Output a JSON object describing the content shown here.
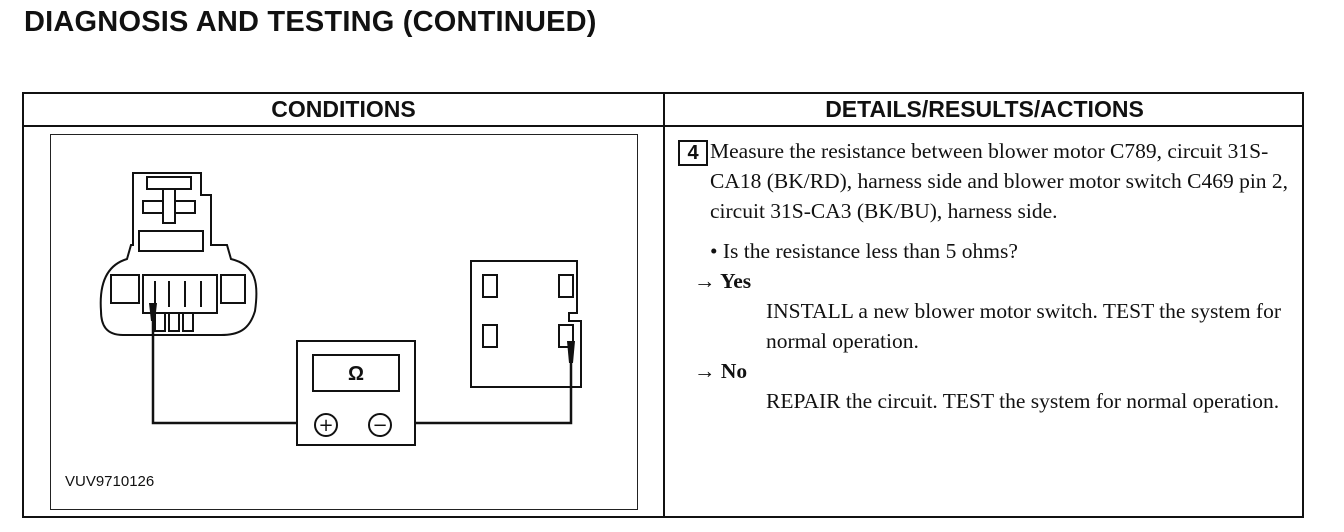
{
  "page": {
    "title": "DIAGNOSIS AND TESTING (CONTINUED)"
  },
  "table": {
    "headers": [
      "CONDITIONS",
      "DETAILS/RESULTS/ACTIONS"
    ],
    "figure": {
      "id": "VUV9710126",
      "meter_symbol": "Ω",
      "plus_symbol": "+",
      "minus_symbol": "−"
    },
    "step": {
      "number": "4",
      "instruction": "Measure the resistance between blower motor C789, circuit 31S-CA18 (BK/RD), harness side and blower motor switch C469 pin 2, circuit 31S-CA3 (BK/BU), harness side.",
      "question": "• Is the resistance less than 5 ohms?",
      "answers": [
        {
          "label": "→ Yes",
          "action": "INSTALL a new blower motor switch. TEST the system for normal operation."
        },
        {
          "label": "→ No",
          "action": "REPAIR the circuit. TEST the system for normal operation."
        }
      ]
    }
  }
}
